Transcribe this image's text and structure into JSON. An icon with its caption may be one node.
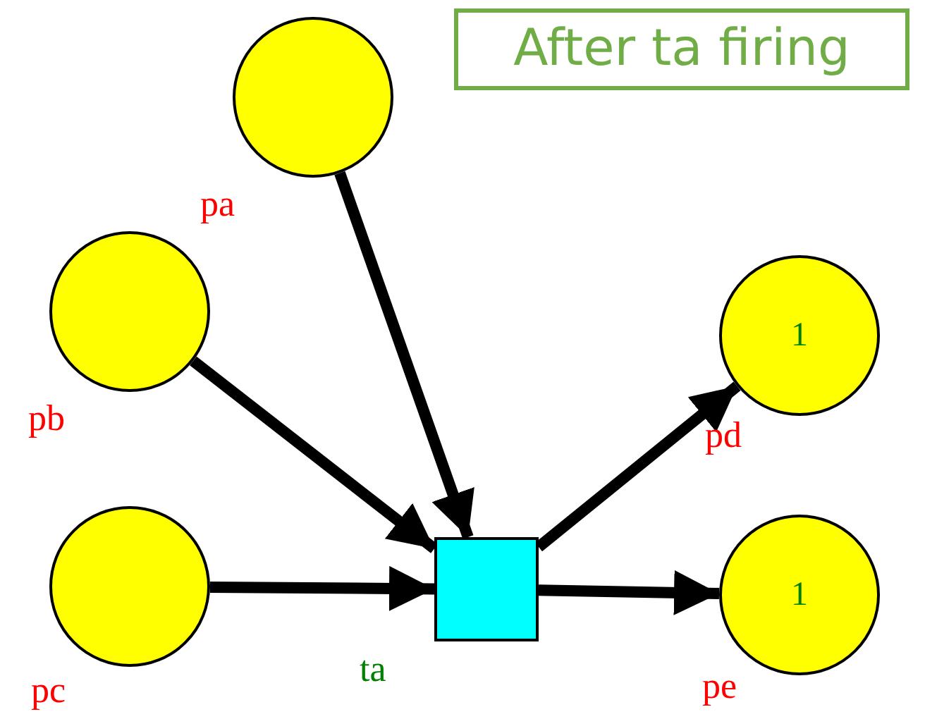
{
  "diagram": {
    "title": "After ta firing",
    "nodes": [
      {
        "text": [],
        "shape": "circle",
        "beside": [
          "pa"
        ]
      },
      {
        "text": [],
        "shape": "circle",
        "beside": [
          "pb"
        ]
      },
      {
        "text": [],
        "shape": "circle",
        "beside": [
          "pc"
        ]
      },
      {
        "text": [],
        "shape": "box",
        "beside": [
          "ta"
        ]
      },
      {
        "text": [
          "1"
        ],
        "beside": [
          "pd"
        ]
      },
      {
        "text": [
          "1"
        ],
        "beside": [
          "pe"
        ]
      }
    ],
    "edges": [
      {
        "from": 0,
        "to": 3,
        "arrow": "to"
      },
      {
        "from": 1,
        "to": 3,
        "arrow": "to"
      },
      {
        "from": 2,
        "to": 3,
        "arrow": "to"
      },
      {
        "from": 3,
        "to": 4,
        "arrow": "to"
      },
      {
        "from": 3,
        "to": 5,
        "arrow": "to"
      }
    ]
  }
}
